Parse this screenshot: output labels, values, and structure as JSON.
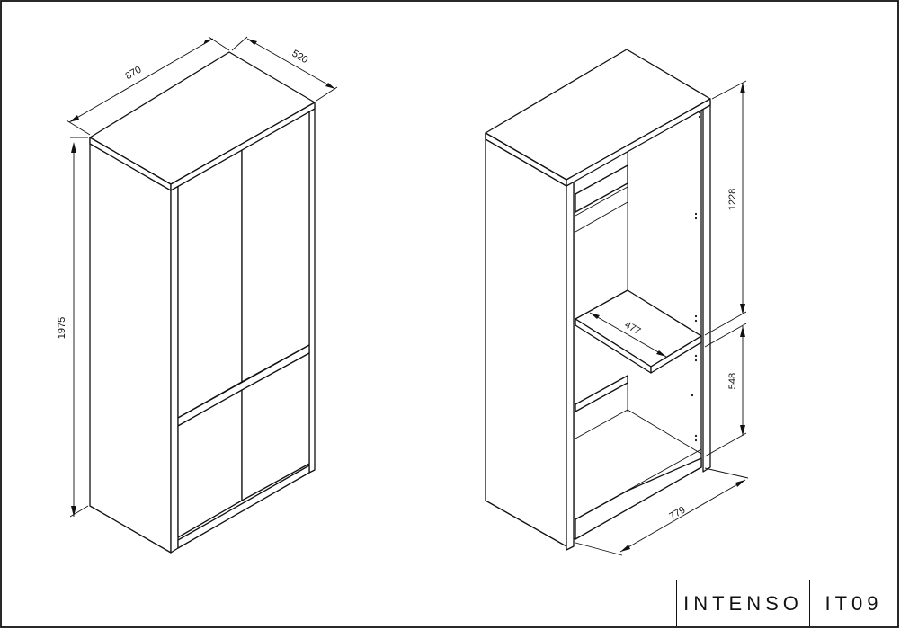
{
  "dimensions": {
    "closed_width": "870",
    "closed_depth": "520",
    "closed_height": "1975",
    "open_top_compartment": "1228",
    "open_bottom_compartment": "548",
    "open_inner_depth": "477",
    "open_inner_width": "779"
  },
  "title_block": {
    "product_name": "INTENSO",
    "product_code": "IT09"
  }
}
